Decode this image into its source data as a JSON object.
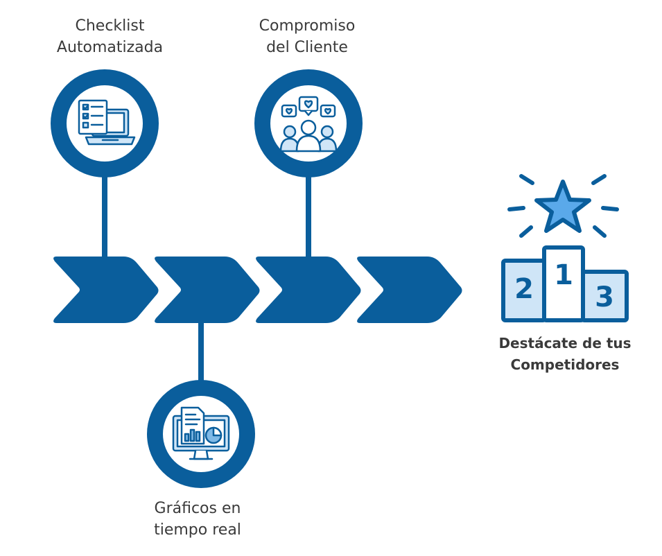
{
  "colors": {
    "primary": "#0a5e9c",
    "icon_fill": "#cfe5f7",
    "icon_mid": "#7fb9e6",
    "star": "#5aa9ea",
    "text": "#3a3a3a"
  },
  "steps": [
    {
      "id": "checklist",
      "label_line1": "Checklist",
      "label_line2": "Automatizada",
      "icon": "laptop-checklist-icon"
    },
    {
      "id": "graficos",
      "label_line1": "Gráficos en",
      "label_line2": "tiempo real",
      "icon": "monitor-charts-icon"
    },
    {
      "id": "compromiso",
      "label_line1": "Compromiso",
      "label_line2": "del Cliente",
      "icon": "customers-hearts-icon"
    }
  ],
  "goal": {
    "label_line1": "Destácate de tus",
    "label_line2": "Competidores",
    "icon": "podium-star-icon",
    "podium": {
      "first": "1",
      "second": "2",
      "third": "3"
    }
  }
}
